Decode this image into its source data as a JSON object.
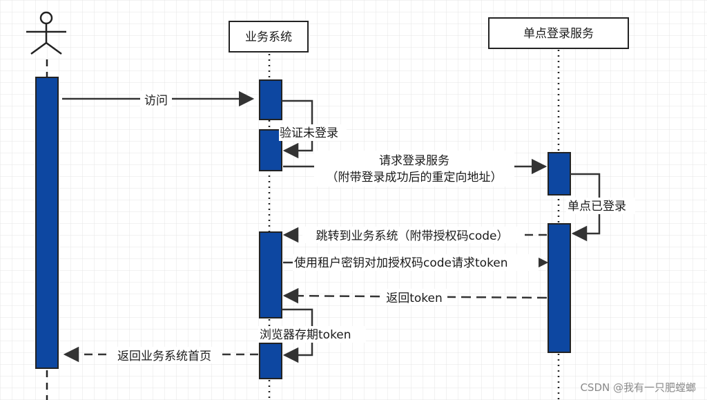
{
  "participants": {
    "business": "业务系统",
    "sso": "单点登录服务"
  },
  "messages": {
    "visit": "访问",
    "verify_not_logged_in": "验证未登录",
    "request_sso_line1": "请求登录服务",
    "request_sso_line2": "（附带登录成功后的重定向地址）",
    "sso_logged_in": "单点已登录",
    "redirect_with_code": "跳转到业务系统（附带授权码code）",
    "exchange_code": "使用租户密钥对加授权码code请求token",
    "return_token": "返回token",
    "browser_store_token": "浏览器存期token",
    "return_home": "返回业务系统首页"
  },
  "watermark": "CSDN @我有一只肥螳螂",
  "colors": {
    "activation": "#0d47a1",
    "line": "#333333",
    "grid": "#e6e6e6",
    "background": "#ffffff"
  }
}
